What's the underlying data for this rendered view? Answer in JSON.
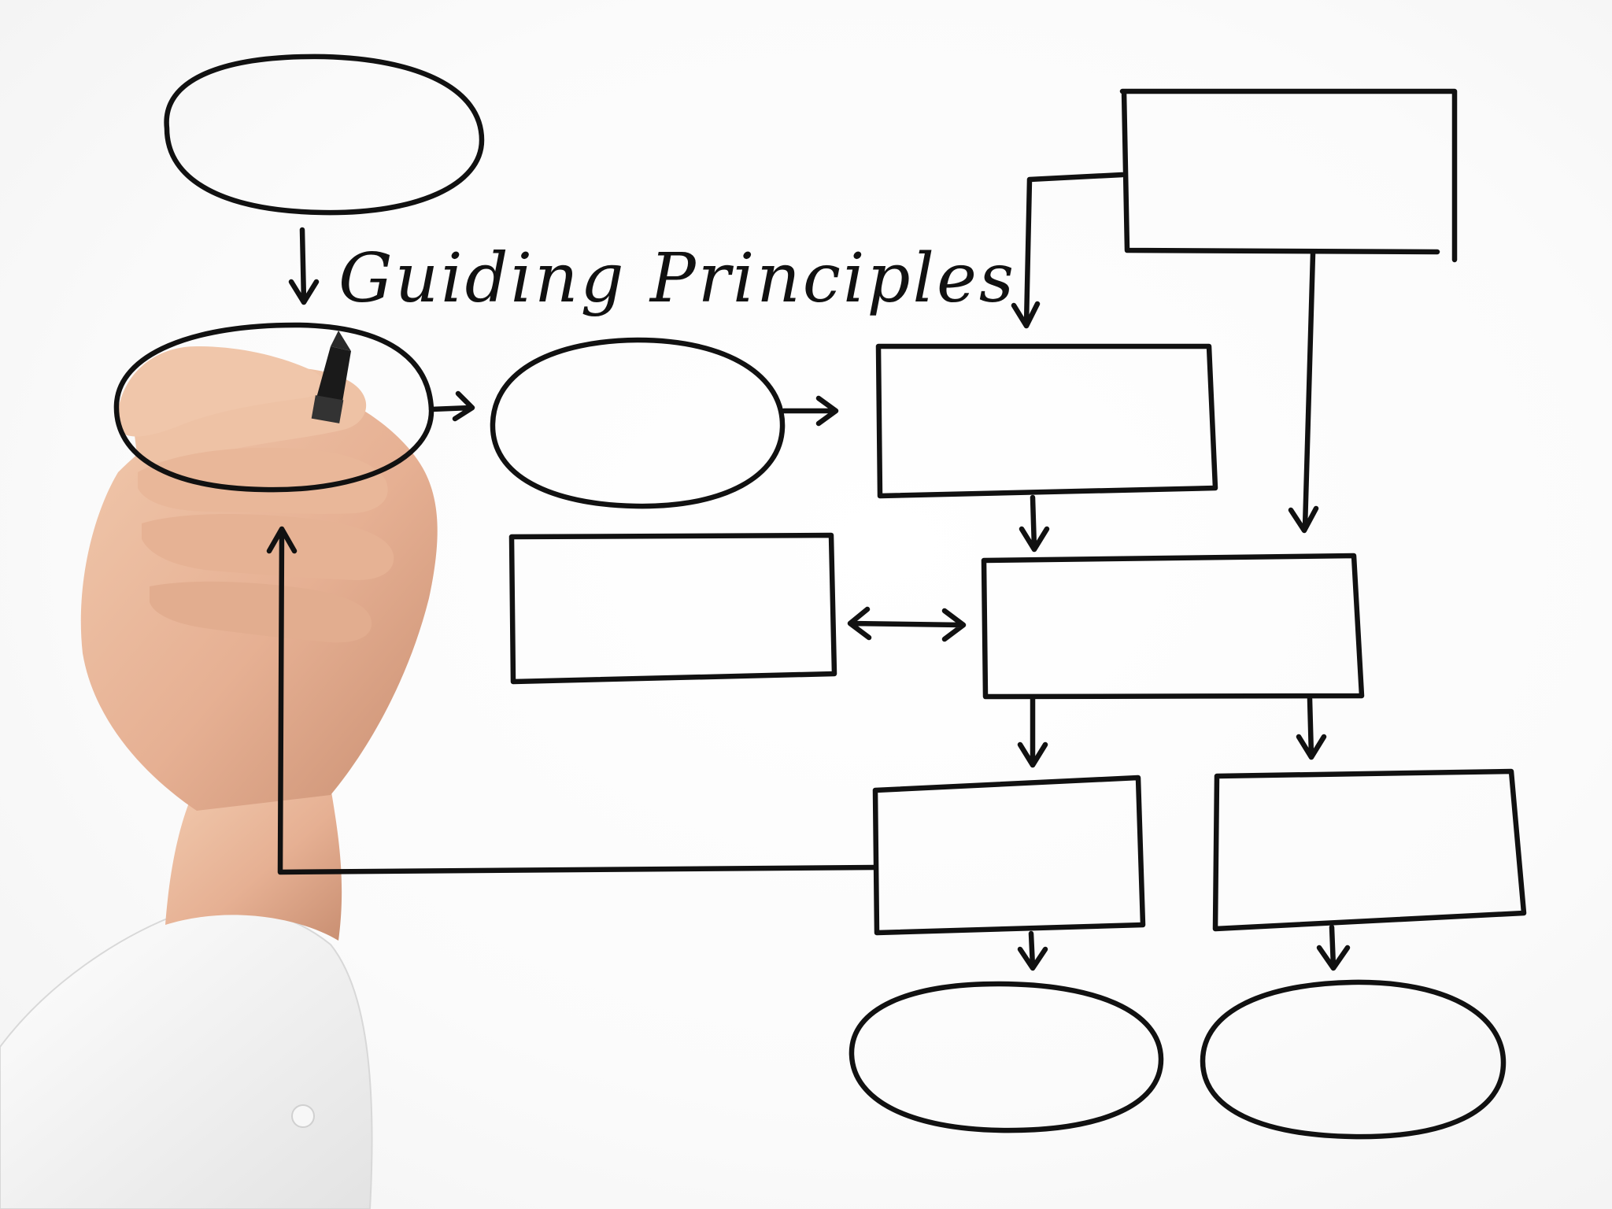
{
  "diagram": {
    "heading": "Guiding Principles",
    "ink_color": "#111111",
    "background_color": "#fdfdfd",
    "skin_color": "#e8b89a",
    "sleeve_color": "#f4f4f4",
    "marker_color": "#1a1a1a",
    "icons": [
      "hand-holding-marker"
    ],
    "nodes": [
      {
        "id": "oval-top",
        "shape": "ellipse",
        "label": ""
      },
      {
        "id": "oval-middle-left",
        "shape": "ellipse",
        "label": ""
      },
      {
        "id": "oval-middle",
        "shape": "ellipse",
        "label": ""
      },
      {
        "id": "rect-top-right",
        "shape": "rectangle",
        "label": ""
      },
      {
        "id": "rect-upper-center",
        "shape": "rectangle",
        "label": ""
      },
      {
        "id": "rect-middle-left",
        "shape": "rectangle",
        "label": ""
      },
      {
        "id": "rect-middle-right",
        "shape": "rectangle",
        "label": ""
      },
      {
        "id": "rect-lower-left",
        "shape": "rectangle",
        "label": ""
      },
      {
        "id": "rect-lower-right",
        "shape": "rectangle",
        "label": ""
      },
      {
        "id": "oval-bottom-left",
        "shape": "ellipse",
        "label": ""
      },
      {
        "id": "oval-bottom-right",
        "shape": "ellipse",
        "label": ""
      }
    ],
    "connectors": [
      {
        "from": "oval-top",
        "to": "oval-middle-left",
        "type": "arrow"
      },
      {
        "from": "oval-middle-left",
        "to": "oval-middle",
        "type": "arrow"
      },
      {
        "from": "oval-middle",
        "to": "rect-upper-center",
        "type": "arrow"
      },
      {
        "from": "rect-top-right",
        "to": "rect-upper-center",
        "type": "arrow"
      },
      {
        "from": "rect-top-right",
        "to": "rect-middle-right",
        "type": "arrow"
      },
      {
        "from": "rect-upper-center",
        "to": "rect-middle-right",
        "type": "arrow"
      },
      {
        "from": "rect-middle-left",
        "to": "rect-middle-right",
        "type": "double-arrow"
      },
      {
        "from": "rect-middle-right",
        "to": "rect-lower-left",
        "type": "arrow"
      },
      {
        "from": "rect-middle-right",
        "to": "rect-lower-right",
        "type": "arrow"
      },
      {
        "from": "rect-lower-left",
        "to": "oval-bottom-left",
        "type": "arrow"
      },
      {
        "from": "rect-lower-right",
        "to": "oval-bottom-right",
        "type": "arrow"
      },
      {
        "from": "rect-lower-left",
        "to": "oval-middle-left",
        "type": "arrow"
      }
    ]
  }
}
